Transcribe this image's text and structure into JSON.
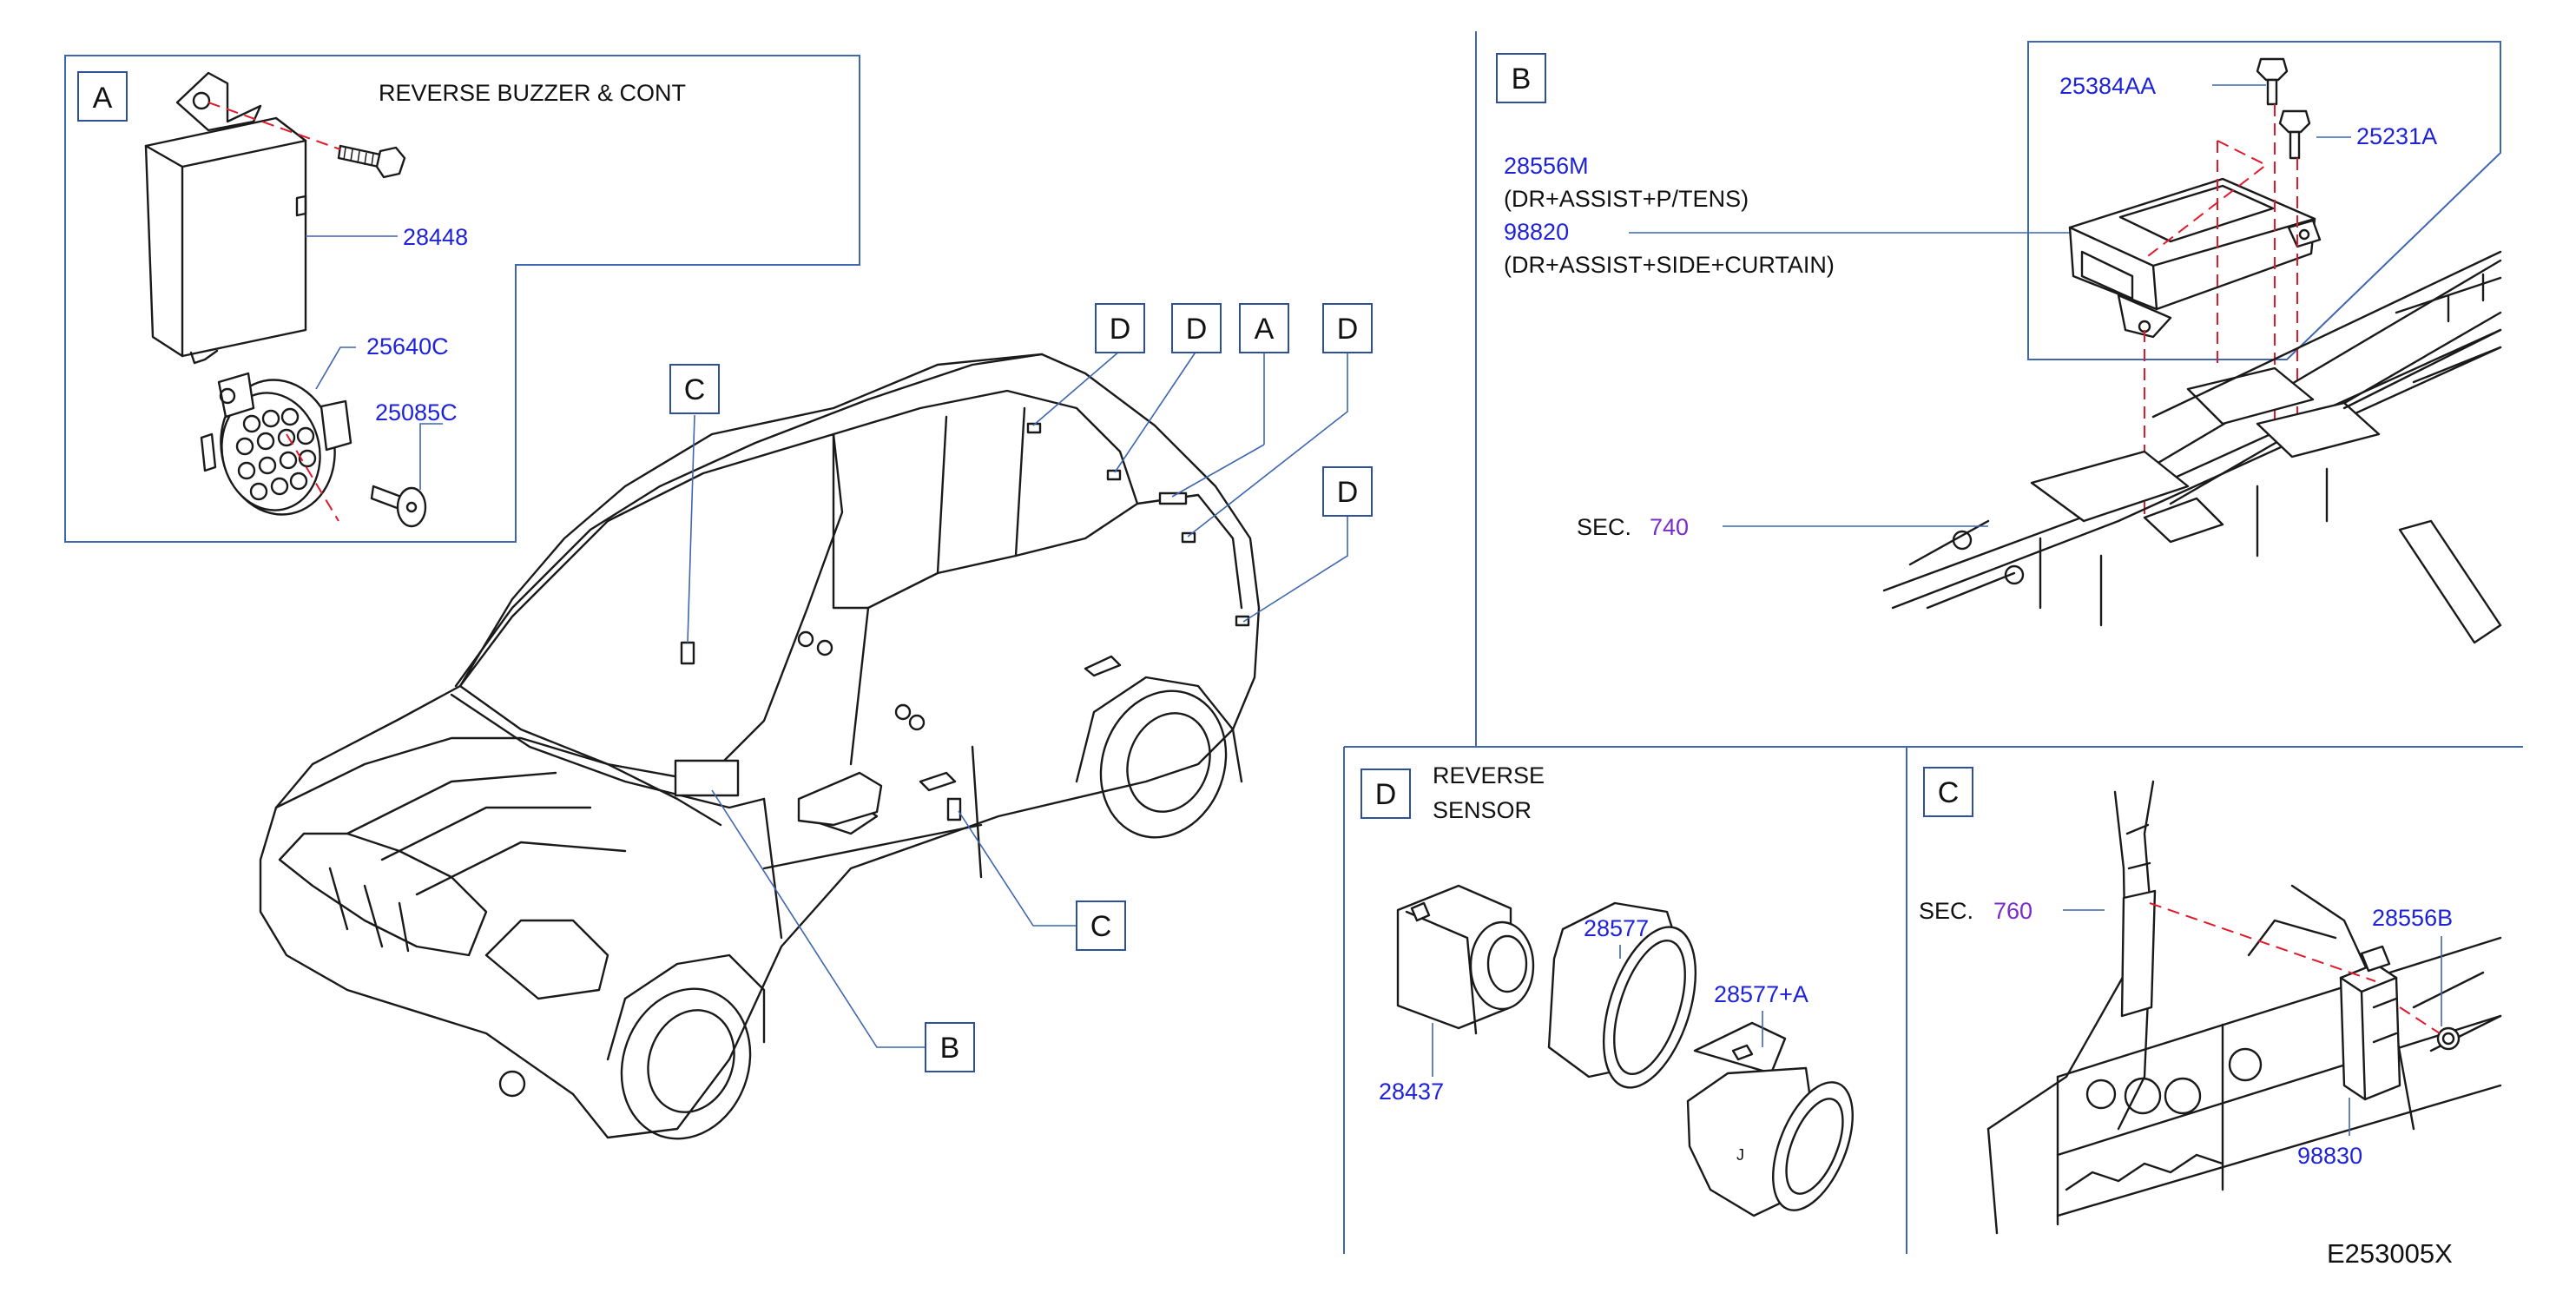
{
  "diagram_id": "E253005X",
  "section_a": {
    "box_letter": "A",
    "title": "REVERSE   BUZZER   &   CONT",
    "parts": [
      "28448",
      "25640C",
      "25085C"
    ]
  },
  "section_b": {
    "box_letter": "B",
    "parts": {
      "p1": "28556M",
      "p1_desc": "(DR+ASSIST+P/TENS)",
      "p2": "98820",
      "p2_desc": "(DR+ASSIST+SIDE+CURTAIN)",
      "bolt1": "25384AA",
      "bolt2": "25231A"
    },
    "sec_label": "SEC.",
    "sec_number": "740"
  },
  "section_c": {
    "box_letter": "C",
    "sec_label": "SEC.",
    "sec_number": "760",
    "parts": [
      "28556B",
      "98830"
    ]
  },
  "section_d": {
    "box_letter": "D",
    "title_line1": "REVERSE",
    "title_line2": "SENSOR",
    "parts": [
      "28577",
      "28577+A",
      "28437"
    ]
  },
  "callouts": {
    "top": [
      "D",
      "D",
      "A",
      "D"
    ],
    "right_d": "D",
    "left_c": "C",
    "door_c": "C",
    "bottom_b": "B"
  },
  "misc": {
    "bezel_mark": "J"
  }
}
